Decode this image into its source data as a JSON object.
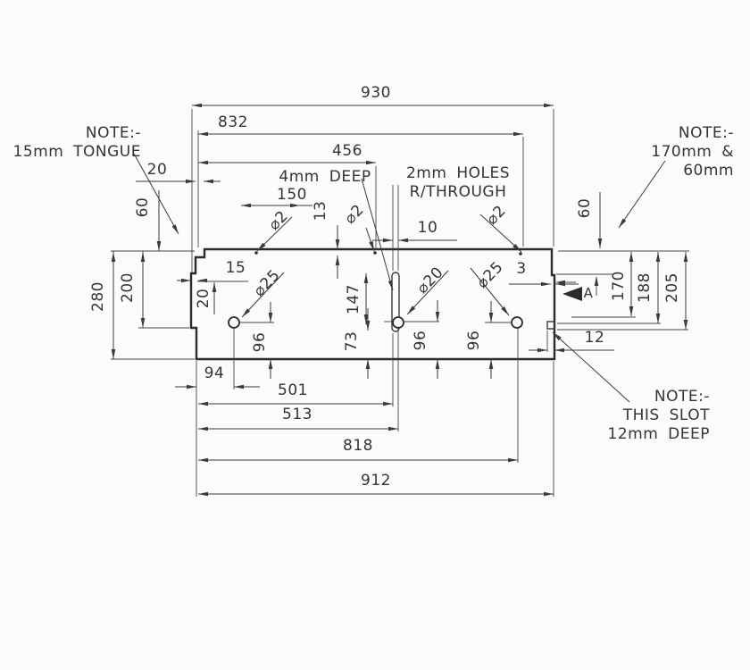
{
  "notes": {
    "left": [
      "NOTE:-",
      "15mm TONGUE"
    ],
    "right": [
      "NOTE:-",
      "170mm &",
      "60mm"
    ],
    "slot": [
      "NOTE:-",
      "THIS SLOT",
      "12mm DEEP"
    ],
    "holes": [
      "2mm HOLES",
      "R/THROUGH"
    ],
    "slot_depth": "4mm DEEP"
  },
  "section": {
    "label": "A"
  },
  "dims": {
    "w930": "930",
    "w832": "832",
    "w456": "456",
    "w150": "150",
    "w20_top": "20",
    "w10": "10",
    "w13": "13",
    "w3": "3",
    "h60_left": "60",
    "h60_right": "60",
    "h170": "170",
    "h188": "188",
    "h205": "205",
    "w12": "12",
    "h280": "280",
    "h200": "200",
    "w15": "15",
    "v20_left": "20",
    "l147": "147",
    "l73": "73",
    "h96_1": "96",
    "h96_2": "96",
    "h96_3": "96",
    "w94": "94",
    "w501": "501",
    "w513": "513",
    "w818": "818",
    "w912": "912",
    "dia25_left": "⌀25",
    "dia20": "⌀20",
    "dia25_right": "⌀25",
    "dia2_left": "⌀2",
    "dia2_mid": "⌀2",
    "dia2_right": "⌀2"
  }
}
